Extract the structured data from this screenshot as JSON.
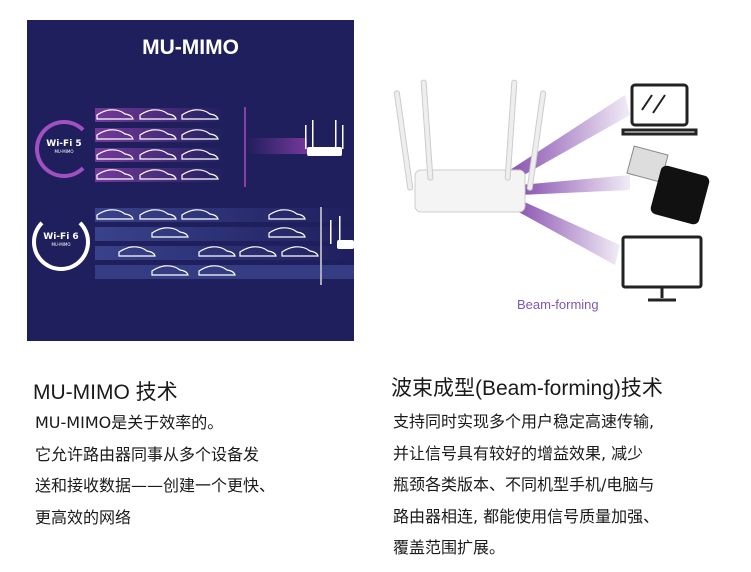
{
  "mimo_diagram": {
    "title": "MU-MIMO",
    "wifi5": {
      "label": "Wi-Fi 5",
      "sub": "MU-MIMO"
    },
    "wifi6": {
      "label": "Wi-Fi 6",
      "sub": "MU-MIMO"
    }
  },
  "beam_diagram": {
    "label": "Beam-forming"
  },
  "left": {
    "title": "MU-MIMO 技术",
    "lines": [
      "MU-MIMO是关于效率的。",
      "它允许路由器同事从多个设备发",
      "送和接收数据——创建一个更快、",
      "更高效的网络"
    ]
  },
  "right": {
    "title": "波束成型(Beam-forming)技术",
    "lines": [
      "支持同时实现多个用户稳定高速传输,",
      "并让信号具有较好的增益效果, 减少",
      "瓶颈各类版本、不同机型手机/电脑与",
      "路由器相连, 都能使用信号质量加强、",
      "覆盖范围扩展。"
    ]
  },
  "colors": {
    "navy": "#1f1f5e",
    "purple": "#8a3fa8",
    "beam": "#7b57b8"
  }
}
